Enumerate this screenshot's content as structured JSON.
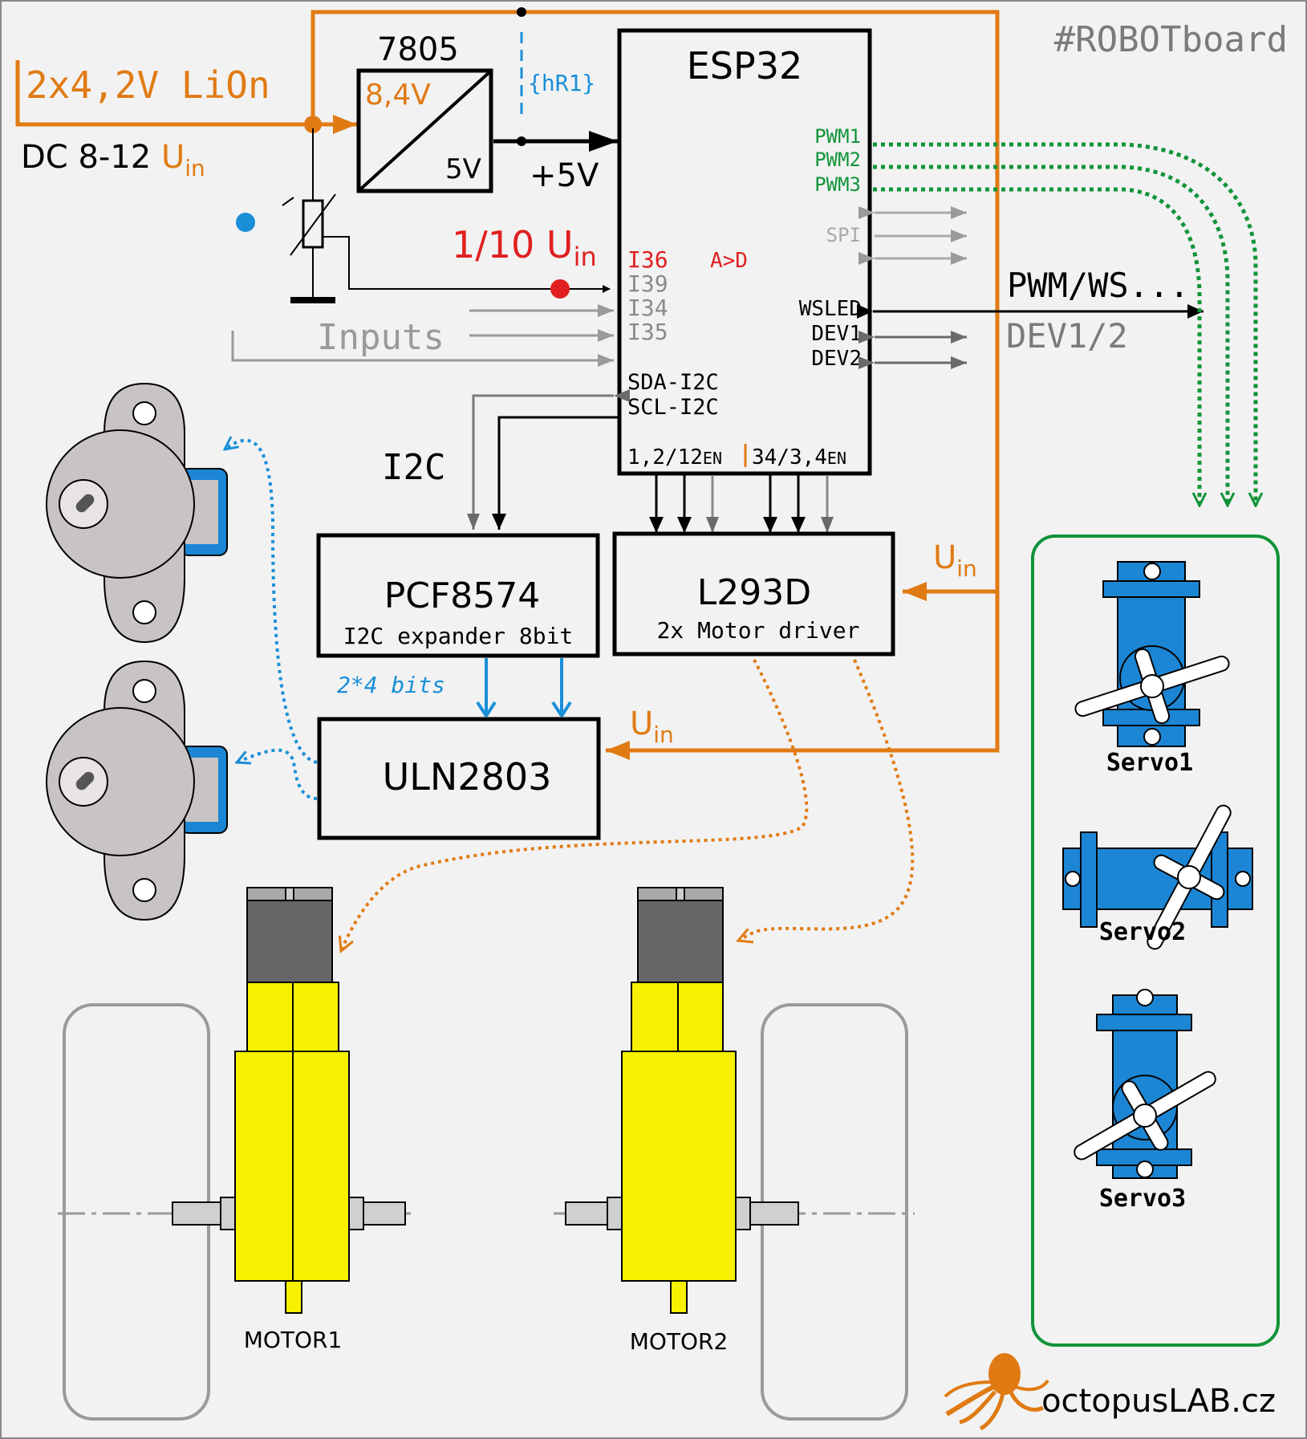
{
  "brand": {
    "hashtag": "#ROBOTboard",
    "logo_text": "octopusLAB.cz"
  },
  "power": {
    "battery": "2x4,2V LiOn",
    "dc_label": "DC 8-12 ",
    "uin_u": "U",
    "uin_sub": "in",
    "regulator": "7805",
    "reg_in": "8,4V",
    "reg_out": "5V",
    "rail": "+5V",
    "jumper": "{hR1}",
    "divider_main": "1/10 U",
    "divider_sub": "in"
  },
  "esp32": {
    "title": "ESP32",
    "left_pins": [
      "I36",
      "I39",
      "I34",
      "I35"
    ],
    "adc_note": "A>D",
    "i2c_pins": [
      "SDA-I2C",
      "SCL-I2C"
    ],
    "right_pwm": [
      "PWM1",
      "PWM2",
      "PWM3"
    ],
    "spi": "SPI",
    "right_pins": [
      "WSLED",
      "DEV1",
      "DEV2"
    ],
    "bottom_left": "1,2/12",
    "bottom_right": "34/3,4",
    "en": "EN"
  },
  "labels": {
    "inputs": "Inputs",
    "i2c": "I2C",
    "pwm_ws": "PWM/WS...",
    "dev12": "DEV1/2",
    "bits": "2*4 bits"
  },
  "chips": {
    "pcf_name": "PCF8574",
    "pcf_desc": "I2C expander 8bit",
    "l293_name": "L293D",
    "l293_desc": "2x Motor driver",
    "uln_name": "ULN2803"
  },
  "servos": [
    "Servo1",
    "Servo2",
    "Servo3"
  ],
  "motors": [
    "MOTOR1",
    "MOTOR2"
  ],
  "colors": {
    "orange": "#e07b14",
    "green": "#119438",
    "blue": "#1a8fd8",
    "red": "#e02020",
    "gray": "#9a9a9a",
    "yellow": "#f7f000",
    "servo_blue": "#1c86d4"
  }
}
